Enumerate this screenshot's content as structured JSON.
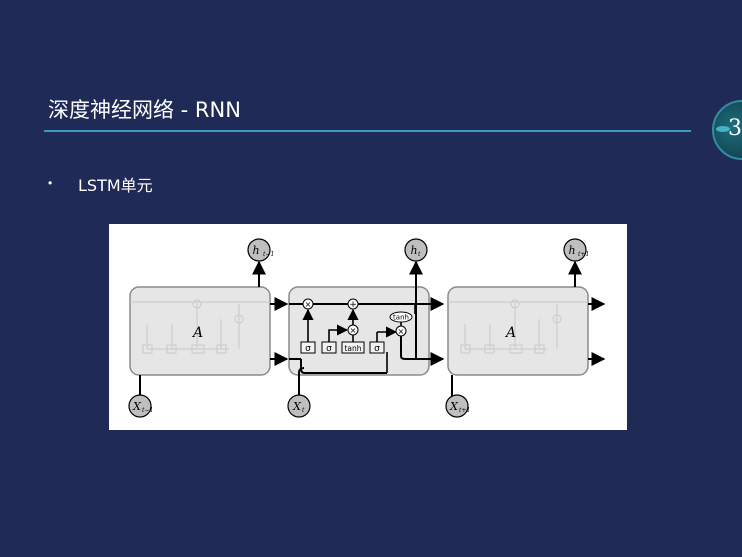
{
  "slide": {
    "title": "深度神经网络 - RNN",
    "page_number": "3",
    "bullet_symbol": "•",
    "bullet_text": "LSTM单元"
  },
  "diagram": {
    "cells": [
      {
        "label": "A",
        "input": "X",
        "input_sub": "t−1",
        "output": "h",
        "output_sub": "t−1"
      },
      {
        "input": "X",
        "input_sub": "t",
        "output": "h",
        "output_sub": "t"
      },
      {
        "label": "A",
        "input": "X",
        "input_sub": "t+1",
        "output": "h",
        "output_sub": "t+1"
      }
    ],
    "gate_labels": [
      "σ",
      "σ",
      "tanh",
      "σ"
    ],
    "pointwise_ops": {
      "multiply": "×",
      "add": "+",
      "tanh": "tanh"
    },
    "colors": {
      "cell_fill": "#e6e6e6",
      "cell_stroke": "#8a8a8a",
      "node_fill": "#bfbfbf"
    }
  }
}
